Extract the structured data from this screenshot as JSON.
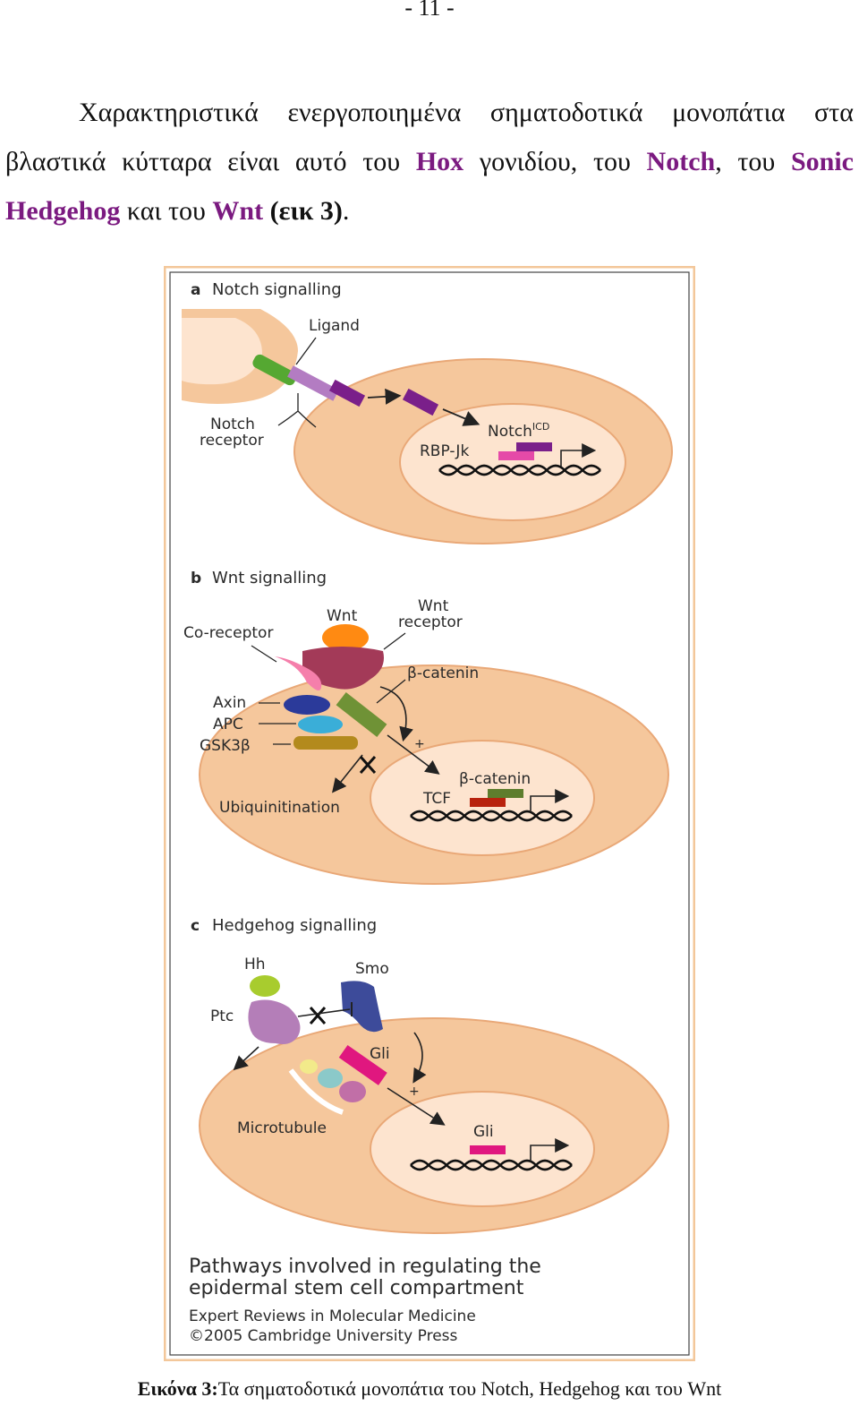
{
  "page_number": "- 11 -",
  "paragraph": {
    "part1": "Χαρακτηριστικά ενεργοποιημένα σηματοδοτικά μονοπάτια στα βλαστικά κύτταρα είναι αυτό του ",
    "hox": "Hox",
    "part2": " γονιδίου, του ",
    "notch": "Notch",
    "part3": ", του ",
    "sonic": "Sonic Hedgehog",
    "part4": " και του ",
    "wnt": "Wnt",
    "part5": " ",
    "ref": "(εικ 3)",
    "part6": "."
  },
  "figure": {
    "panel_a": {
      "letter": "a",
      "title": "Notch signalling",
      "ligand": "Ligand",
      "notch_receptor_line1": "Notch",
      "notch_receptor_line2": "receptor",
      "notch_icd": "Notch",
      "notch_icd_sup": "ICD",
      "rbp": "RBP-Jk"
    },
    "panel_b": {
      "letter": "b",
      "title": "Wnt signalling",
      "wnt": "Wnt",
      "wnt_receptor_line1": "Wnt",
      "wnt_receptor_line2": "receptor",
      "coreceptor": "Co-receptor",
      "beta_catenin": "β-catenin",
      "axin": "Axin",
      "apc": "APC",
      "gsk": "GSK3β",
      "plus": "+",
      "nucleus_beta": "β-catenin",
      "tcf": "TCF",
      "ubiq": "Ubiquinitination"
    },
    "panel_c": {
      "letter": "c",
      "title": "Hedgehog signalling",
      "hh": "Hh",
      "smo": "Smo",
      "ptc": "Ptc",
      "gli": "Gli",
      "plus": "+",
      "microtubule": "Microtubule",
      "nucleus_gli": "Gli"
    },
    "footer": {
      "line1": "Pathways involved in regulating the",
      "line2": "epidermal stem cell compartment",
      "line3": "Expert Reviews in Molecular Medicine",
      "line4": "©2005 Cambridge University Press"
    }
  },
  "caption": {
    "label": "Εικόνα 3:",
    "text": "Τα σηματοδοτικά μονοπάτια του Notch, Hedgehog και του Wnt"
  }
}
